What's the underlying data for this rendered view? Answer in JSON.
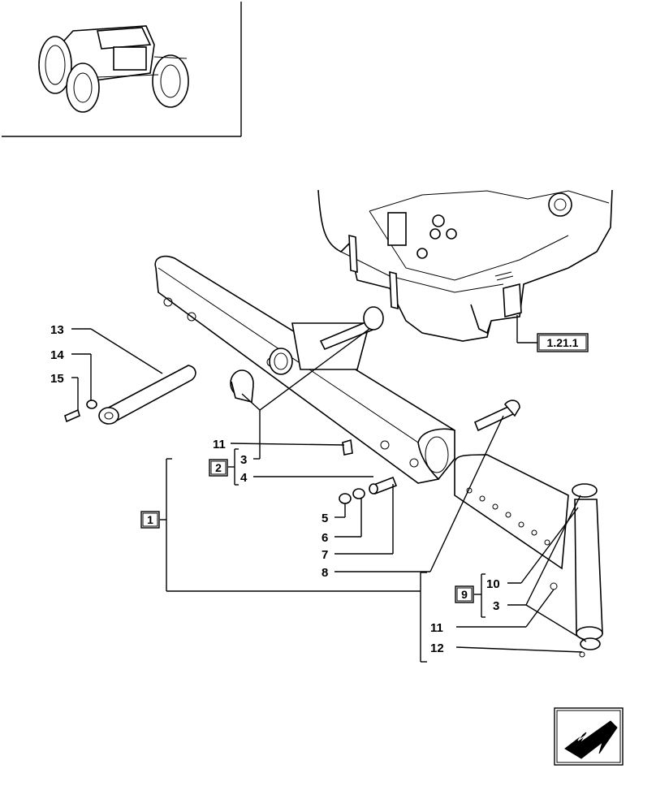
{
  "diagram": {
    "ref_box": "1.21.1",
    "callouts": {
      "c13": "13",
      "c14": "14",
      "c15": "15",
      "c11a": "11",
      "c2": "2",
      "c3a": "3",
      "c4": "4",
      "c1": "1",
      "c5": "5",
      "c6": "6",
      "c7": "7",
      "c8": "8",
      "c9": "9",
      "c10": "10",
      "c3b": "3",
      "c11b": "11",
      "c12": "12"
    },
    "colors": {
      "ink": "#000000",
      "paper": "#ffffff"
    }
  }
}
